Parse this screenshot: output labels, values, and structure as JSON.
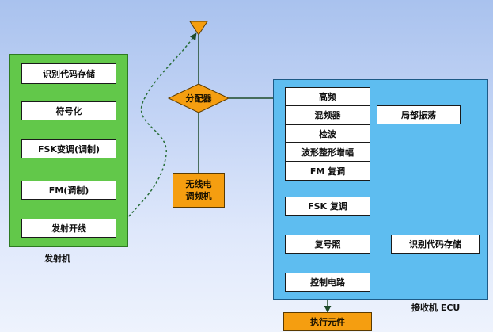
{
  "transmitter": {
    "caption": "发射机",
    "steps": [
      "识别代码存储",
      "符号化",
      "FSK变调(调制)",
      "FM(调制)",
      "发射开线"
    ]
  },
  "distributor": {
    "label": "分配器"
  },
  "radio_tuner": {
    "line1": "无线电",
    "line2": "调频机"
  },
  "receiver": {
    "caption": "接收机 ECU",
    "stack": [
      "高频",
      "混频器",
      "检波",
      "波形整形增幅",
      "FM 复调"
    ],
    "fsk": "FSK 复调",
    "compare": "复号照",
    "control": "控制电路",
    "local_osc": "局部振荡",
    "id_store": "识别代码存储"
  },
  "actuator": {
    "label": "执行元件"
  },
  "colors": {
    "transmitter_panel": "#62c84a",
    "receiver_panel": "#5ebdf0",
    "orange": "#f59e10",
    "line": "#1f4b2a"
  }
}
